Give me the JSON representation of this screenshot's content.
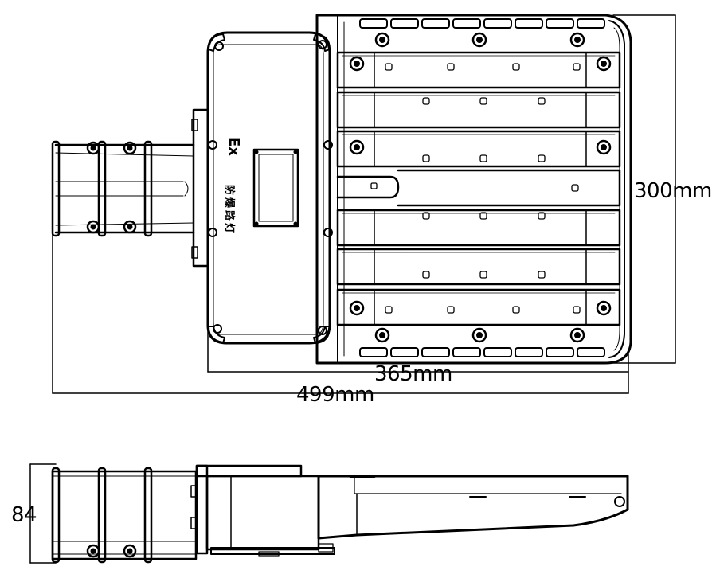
{
  "diagram": {
    "dimensions": {
      "overall_width": "499mm",
      "housing_width": "365mm",
      "height": "300mm",
      "side_thickness": "84"
    },
    "nameplate": {
      "mark": "Ex",
      "chinese_label": "防爆路灯",
      "chinese_chars": [
        "防",
        "爆",
        "路",
        "灯"
      ]
    }
  }
}
